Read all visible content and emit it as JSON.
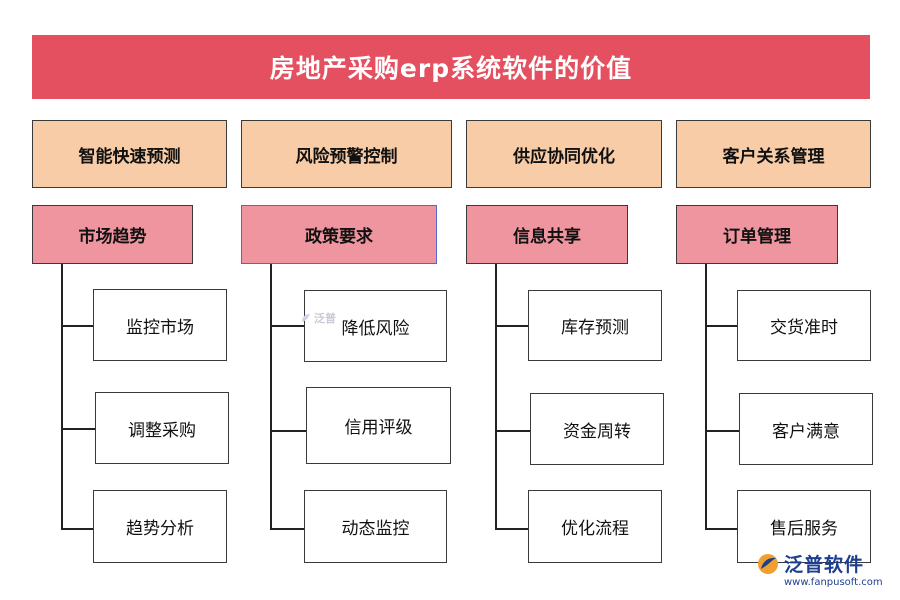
{
  "title": "房地产采购erp系统软件的价值",
  "columns": [
    {
      "category": "智能快速预测",
      "subcategory": "市场趋势",
      "items": [
        "监控市场",
        "调整采购",
        "趋势分析"
      ]
    },
    {
      "category": "风险预警控制",
      "subcategory": "政策要求",
      "items": [
        "降低风险",
        "信用评级",
        "动态监控"
      ]
    },
    {
      "category": "供应协同优化",
      "subcategory": "信息共享",
      "items": [
        "库存预测",
        "资金周转",
        "优化流程"
      ]
    },
    {
      "category": "客户关系管理",
      "subcategory": "订单管理",
      "items": [
        "交货准时",
        "客户满意",
        "售后服务"
      ]
    }
  ],
  "watermark": {
    "brand": "泛普软件",
    "url": "www.fanpusoft.com",
    "ghost": "泛普"
  },
  "colors": {
    "banner": "#e4505f",
    "category": "#f8cca6",
    "subcategory": "#ef959f",
    "leaf": "#ffffff",
    "line": "#222222"
  }
}
